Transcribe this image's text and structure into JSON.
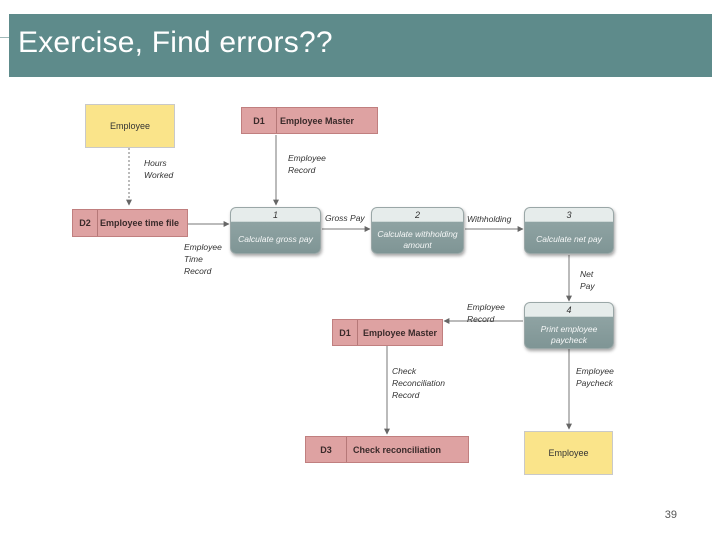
{
  "slide": {
    "title": "Exercise, Find errors??",
    "page_number": "39",
    "colors": {
      "title_bar": "#5e8b8b",
      "external_entity": "#fae48a",
      "data_store": "#dea2a2",
      "process_top": "#e6eceb",
      "process_bottom": "#7f9595"
    }
  },
  "diagram": {
    "external_entities": {
      "employee_top": "Employee",
      "employee_bottom": "Employee"
    },
    "data_stores": {
      "d1_top": {
        "id": "D1",
        "name": "Employee Master"
      },
      "d2": {
        "id": "D2",
        "name": "Employee time file"
      },
      "d1_mid": {
        "id": "D1",
        "name": "Employee Master"
      },
      "d3": {
        "id": "D3",
        "name": "Check reconciliation"
      }
    },
    "processes": {
      "p1": {
        "id": "1",
        "name": "Calculate gross pay"
      },
      "p2": {
        "id": "2",
        "name": "Calculate withholding amount"
      },
      "p3": {
        "id": "3",
        "name": "Calculate net pay"
      },
      "p4": {
        "id": "4",
        "name": "Print employee paycheck"
      }
    },
    "flow_labels": {
      "hours_worked": "Hours\nWorked",
      "employee_record_top": "Employee\nRecord",
      "gross_pay": "Gross Pay",
      "withholding": "Withholding",
      "employee_time_record": "Employee\nTime\nRecord",
      "net_pay": "Net\nPay",
      "employee_record_mid": "Employee\nRecord",
      "check_reconciliation_record": "Check\nReconciliation\nRecord",
      "employee_paycheck": "Employee\nPaycheck"
    }
  }
}
